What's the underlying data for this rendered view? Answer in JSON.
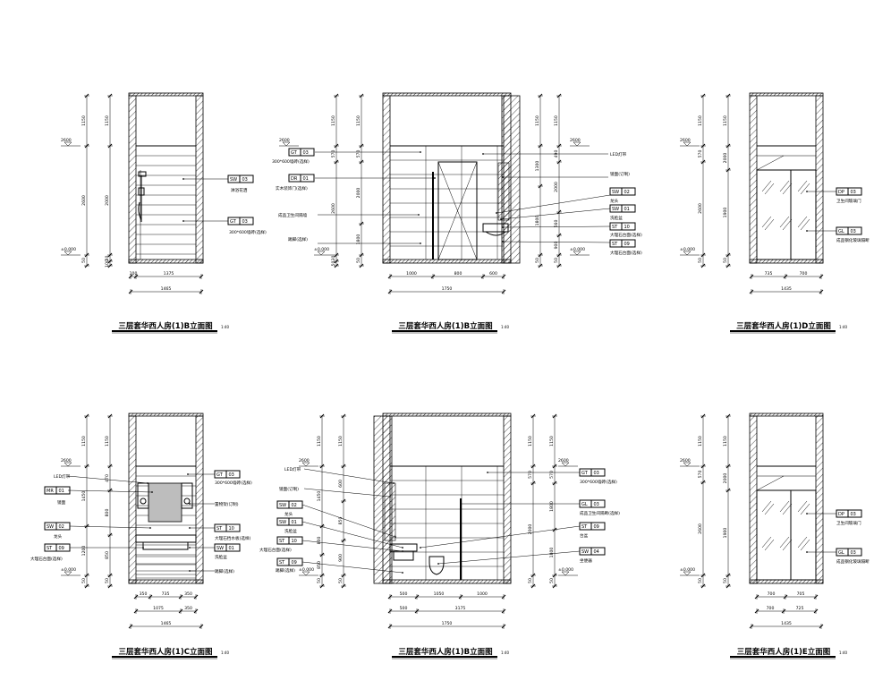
{
  "drawing": {
    "panels": [
      {
        "id": "p1",
        "title": "三层套华西人房(1)B立面图",
        "scale": "1:40",
        "levels": [
          "2600",
          "±0.000"
        ],
        "vdims_outer": [
          "1150",
          "2600",
          "50"
        ],
        "vdims_inner": [
          "1150",
          "2000",
          "50",
          "100"
        ],
        "hdims": [
          "100",
          "1375",
          "1465"
        ],
        "tags": [
          {
            "code": "SW",
            "num": "03",
            "note": "淋浴花洒"
          },
          {
            "code": "GT",
            "num": "03",
            "note": "300*600墙砖(选样)"
          }
        ]
      },
      {
        "id": "p2",
        "title": "三层套华西人房(1)B立面图",
        "scale": "1:40",
        "levels": [
          "2600",
          "2600",
          "±0.000",
          "±0.000"
        ],
        "vdims_left": [
          "1150",
          "570",
          "2600",
          "30",
          "50"
        ],
        "vdims_left2": [
          "1150",
          "570",
          "2000",
          "1800",
          "50"
        ],
        "vdims_right": [
          "1150",
          "1300",
          "1800",
          "50"
        ],
        "vdims_right2": [
          "1150",
          "490",
          "2000",
          "560",
          "900",
          "50"
        ],
        "hdims_row1": [
          "1000",
          "800",
          "600"
        ],
        "hdims_row2": [
          "1750"
        ],
        "notes_left": [
          "300*600墙砖(选样)",
          "实木装饰门(选样)",
          "成品卫生间隔墙",
          "踢脚(选样)"
        ],
        "notes_right": [
          "LED灯带",
          "镜面(订制)",
          "龙头",
          "洗脸盆",
          "大理石台面(选样)"
        ],
        "tags_left": [
          {
            "code": "GT",
            "num": "03"
          },
          {
            "code": "DR",
            "num": "01"
          }
        ],
        "tags_right": [
          {
            "code": "SW",
            "num": "02"
          },
          {
            "code": "SW",
            "num": "01"
          },
          {
            "code": "ST",
            "num": "10"
          },
          {
            "code": "ST",
            "num": "09"
          }
        ]
      },
      {
        "id": "p3",
        "title": "三层套华西人房(1)D立面图",
        "scale": "1:40",
        "levels": [
          "2600",
          "±0.000"
        ],
        "vdims_outer": [
          "1150",
          "570",
          "2600",
          "50"
        ],
        "vdims_inner": [
          "1150",
          "2000",
          "1900",
          "50"
        ],
        "hdims": [
          "735",
          "700",
          "1435"
        ],
        "tags": [
          {
            "code": "DP",
            "num": "03",
            "note": "卫生间玻璃门"
          },
          {
            "code": "GL",
            "num": "03",
            "note": "成品钢化玻璃隔断"
          }
        ]
      },
      {
        "id": "p4",
        "title": "三层套华西人房(1)C立面图",
        "scale": "1:40",
        "levels": [
          "2600",
          "±0.000"
        ],
        "vdims_outer": [
          "1150",
          "1450",
          "1200",
          "50"
        ],
        "vdims_inner": [
          "1150",
          "470",
          "800",
          "850",
          "50"
        ],
        "hdims_row1": [
          "350",
          "735",
          "350"
        ],
        "hdims_row2": [
          "1075",
          "350"
        ],
        "hdims_row3": [
          "1465"
        ],
        "notes_left": [
          "LED灯带",
          "镜面",
          "龙头",
          "大理石台面(选样)"
        ],
        "notes_right": [
          "300*600墙砖(选样)",
          "置物架(订制)",
          "大理石挡水板(选样)",
          "洗脸盆",
          "踢脚(选样)"
        ],
        "tags_left": [
          {
            "code": "MR",
            "num": "01"
          },
          {
            "code": "SW",
            "num": "02"
          },
          {
            "code": "ST",
            "num": "09"
          }
        ],
        "tags_right": [
          {
            "code": "GT",
            "num": "03"
          },
          {
            "code": "ST",
            "num": "10"
          },
          {
            "code": "SW",
            "num": "01"
          }
        ]
      },
      {
        "id": "p5",
        "title": "三层套华西人房(1)B立面图",
        "scale": "1:40",
        "levels": [
          "2600",
          "2600",
          "±0.000",
          "±0.000"
        ],
        "vdims_left": [
          "1150",
          "1450",
          "800",
          "850",
          "50"
        ],
        "vdims_left2": [
          "1150",
          "600",
          "850",
          "900",
          "50"
        ],
        "vdims_right": [
          "1150",
          "570",
          "2000",
          "50"
        ],
        "vdims_right2": [
          "1150",
          "570",
          "1800",
          "1800",
          "50"
        ],
        "hdims_row1": [
          "500",
          "1050",
          "1000"
        ],
        "hdims_row2": [
          "500",
          "3175"
        ],
        "hdims_row3": [
          "1750"
        ],
        "notes_left": [
          "LED灯带",
          "镜面(订制)",
          "龙头",
          "洗脸盆",
          "大理石台面(选样)",
          "踢脚(选样)"
        ],
        "notes_right": [
          "300*600墙砖(选样)",
          "成品卫生间隔断(选样)",
          "台盆",
          "坐便器"
        ],
        "tags_left": [
          {
            "code": "SW",
            "num": "02"
          },
          {
            "code": "SW",
            "num": "01"
          },
          {
            "code": "ST",
            "num": "10"
          },
          {
            "code": "ST",
            "num": "09"
          }
        ],
        "tags_right": [
          {
            "code": "GT",
            "num": "03"
          },
          {
            "code": "GL",
            "num": "03"
          },
          {
            "code": "ST",
            "num": "09"
          },
          {
            "code": "SW",
            "num": "04"
          }
        ]
      },
      {
        "id": "p6",
        "title": "三层套华西人房(1)E立面图",
        "scale": "1:40",
        "levels": [
          "2600",
          "±0.000"
        ],
        "vdims_outer": [
          "1150",
          "570",
          "2600",
          "50"
        ],
        "vdims_inner": [
          "1150",
          "2000",
          "1900",
          "50"
        ],
        "hdims_row1": [
          "700",
          "705"
        ],
        "hdims_row2": [
          "700",
          "725"
        ],
        "hdims_row3": [
          "1435"
        ],
        "tags": [
          {
            "code": "DP",
            "num": "03",
            "note": "卫生间玻璃门"
          },
          {
            "code": "GL",
            "num": "03",
            "note": "成品钢化玻璃隔断"
          }
        ]
      }
    ]
  }
}
